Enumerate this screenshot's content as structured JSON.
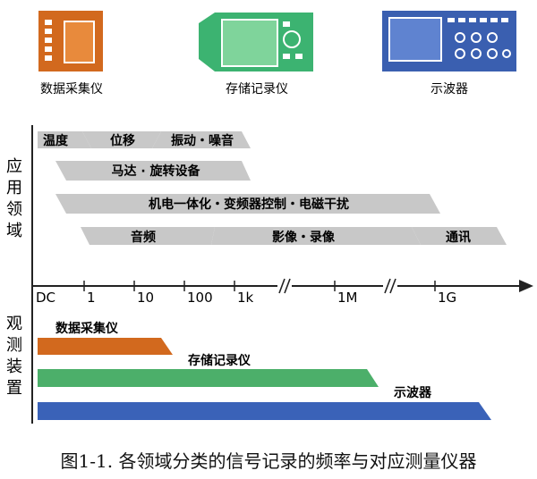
{
  "devices": [
    {
      "label": "数据采集仪",
      "color": "#d2691e"
    },
    {
      "label": "存储记录仪",
      "color": "#3cb371"
    },
    {
      "label": "示波器",
      "color": "#3a5fb0"
    }
  ],
  "sections": {
    "application": "应用领域",
    "equipment": "观测装置"
  },
  "application_bars": {
    "row1": [
      "温度",
      "位移",
      "振动・噪音"
    ],
    "row2": "马达 · 旋转设备",
    "row3": "机电一体化・变频器控制・电磁干扰",
    "row4": [
      "音频",
      "影像・录像",
      "通讯"
    ]
  },
  "axis_ticks": [
    "DC",
    "1",
    "10",
    "100",
    "1k",
    "1M",
    "1G"
  ],
  "equipment_bars": [
    {
      "label": "数据采集仪",
      "color": "#d2691e"
    },
    {
      "label": "存储记录仪",
      "color": "#4caf6a"
    },
    {
      "label": "示波器",
      "color": "#3a62b8"
    }
  ],
  "colors": {
    "app_bar": "#c8c8c8",
    "axis": "#222222"
  },
  "caption": "图1-1. 各领域分类的信号记录的频率与对应测量仪器"
}
